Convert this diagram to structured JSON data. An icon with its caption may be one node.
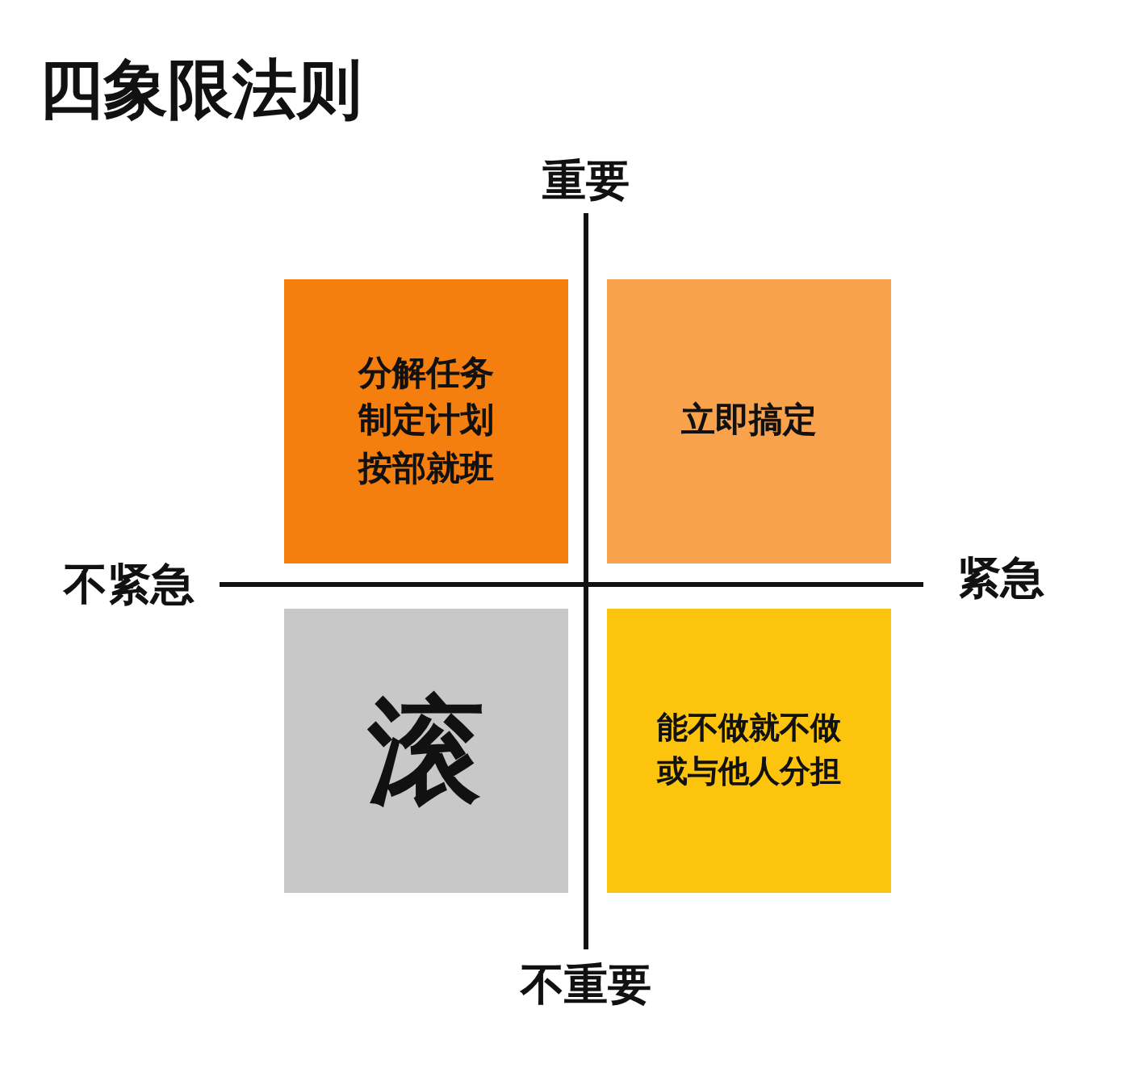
{
  "diagram": {
    "title": "四象限法则",
    "nodes": [
      {
        "text": [
          "分解任务制定计划按部就班"
        ]
      },
      {
        "text": [
          "立即搞定"
        ]
      },
      {
        "text": [
          "滚"
        ]
      },
      {
        "text": [
          "能不做就不做或与他人分担"
        ]
      }
    ],
    "labels": [
      "重要",
      "不紧急",
      "紧急",
      "不重要"
    ]
  }
}
